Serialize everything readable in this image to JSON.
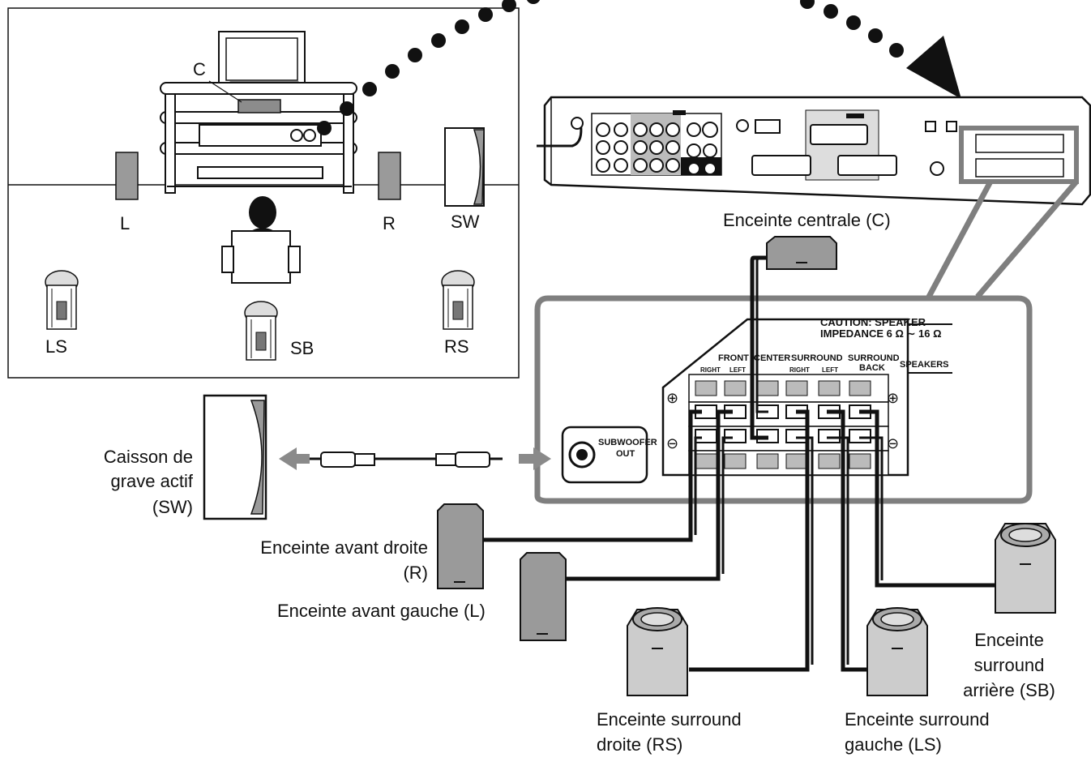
{
  "room": {
    "tags": {
      "c": "C",
      "l": "L",
      "r": "R",
      "sw": "SW",
      "ls": "LS",
      "sb": "SB",
      "rs": "RS"
    }
  },
  "panel": {
    "caution_line1": "CAUTION: SPEAKER",
    "caution_line2": "IMPEDANCE 6 Ω ∼ 16 Ω",
    "front": "FRONT",
    "center": "CENTER",
    "surround": "SURROUND",
    "surround_back_1": "SURROUND",
    "surround_back_2": "BACK",
    "right": "RIGHT",
    "left": "LEFT",
    "right2": "RIGHT",
    "left2": "LEFT",
    "speakers": "SPEAKERS",
    "sub_out_1": "SUBWOOFER",
    "sub_out_2": "OUT",
    "plus": "⊕",
    "minus": "⊖"
  },
  "labels": {
    "center_speaker": "Enceinte centrale (C)",
    "subwoofer_1": "Caisson de",
    "subwoofer_2": "grave actif",
    "subwoofer_3": "(SW)",
    "front_right_1": "Enceinte avant droite",
    "front_right_2": "(R)",
    "front_left": "Enceinte avant gauche (L)",
    "surround_right_1": "Enceinte surround",
    "surround_right_2": "droite (RS)",
    "surround_left_1": "Enceinte surround",
    "surround_left_2": "gauche (LS)",
    "surround_back_1": "Enceinte",
    "surround_back_2": "surround",
    "surround_back_3": "arrière (SB)"
  },
  "colors": {
    "line": "#111111",
    "highlight_frame": "#7f7f7f",
    "speaker_body": "#a8a8a8",
    "arrow": "#8a8a8a"
  }
}
